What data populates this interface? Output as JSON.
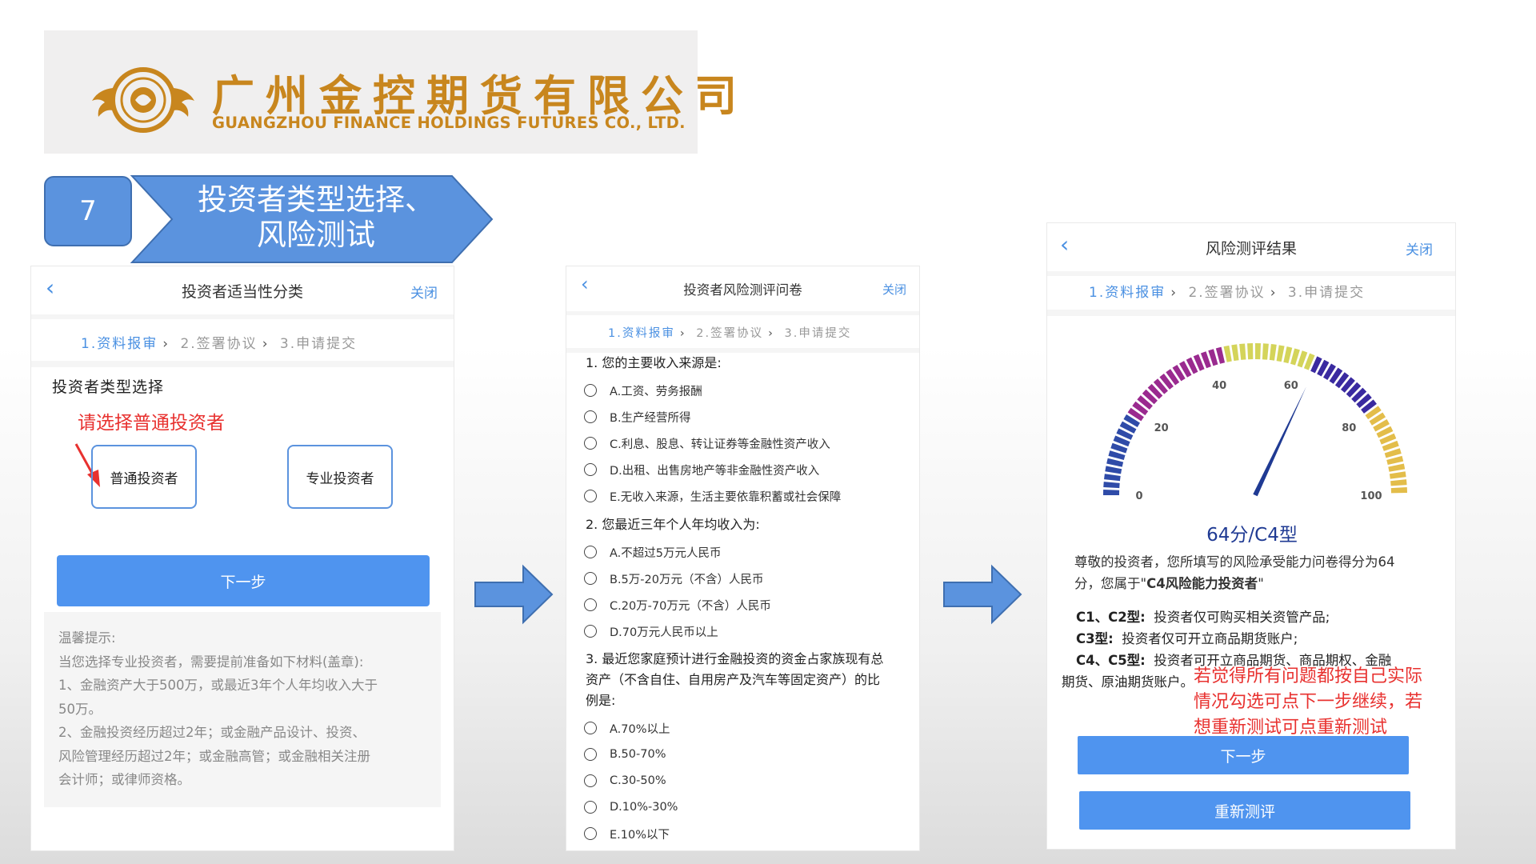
{
  "logo": {
    "cn": "广州金控期货有限公司",
    "en": "GUANGZHOU FINANCE HOLDINGS FUTURES CO., LTD."
  },
  "step": {
    "number": "7",
    "title_line1": "投资者类型选择、",
    "title_line2": "风险测试"
  },
  "panel1": {
    "title": "投资者适当性分类",
    "close": "关闭",
    "steps": {
      "s1": "1.资料报审",
      "s2": "2.签署协议",
      "s3": "3.申请提交"
    },
    "section_label": "投资者类型选择",
    "annotation": "请选择普通投资者",
    "option_regular": "普通投资者",
    "option_pro": "专业投资者",
    "next": "下一步",
    "tips": {
      "title": "温馨提示:",
      "line1": "当您选择专业投资者，需要提前准备如下材料(盖章):",
      "line2": "1、金融资产大于500万，或最近3年个人年均收入大于",
      "line3": "50万。",
      "line4": "2、金融投资经历超过2年；或金融产品设计、投资、",
      "line5": "风险管理经历超过2年；或金融高管；或金融相关注册",
      "line6": "会计师；或律师资格。"
    }
  },
  "panel2": {
    "title": "投资者风险测评问卷",
    "close": "关闭",
    "steps": {
      "s1": "1.资料报审",
      "s2": "2.签署协议",
      "s3": "3.申请提交"
    },
    "q1": {
      "text": "1. 您的主要收入来源是:",
      "options": [
        "A.工资、劳务报酬",
        "B.生产经营所得",
        "C.利息、股息、转让证券等金融性资产收入",
        "D.出租、出售房地产等非金融性资产收入",
        "E.无收入来源，生活主要依靠积蓄或社会保障"
      ]
    },
    "q2": {
      "text": "2. 您最近三年个人年均收入为:",
      "options": [
        "A.不超过5万元人民币",
        "B.5万-20万元（不含）人民币",
        "C.20万-70万元（不含）人民币",
        "D.70万元人民币以上"
      ]
    },
    "q3": {
      "line1": "3. 最近您家庭预计进行金融投资的资金占家族现有总",
      "line2": "资产（不含自住、自用房产及汽车等固定资产）的比",
      "line3": "例是:",
      "options": [
        "A.70%以上",
        "B.50-70%",
        "C.30-50%",
        "D.10%-30%",
        "E.10%以下"
      ]
    }
  },
  "panel3": {
    "title": "风险测评结果",
    "close": "关闭",
    "steps": {
      "s1": "1.资料报审",
      "s2": "2.签署协议",
      "s3": "3.申请提交"
    },
    "gauge": {
      "value": 64,
      "min": 0,
      "max": 100,
      "ticks": [
        "0",
        "20",
        "40",
        "60",
        "80",
        "100"
      ]
    },
    "score": "64分/C4型",
    "desc_line1": "尊敬的投资者，您所填写的风险承受能力问卷得分为64",
    "desc_line2_pre": "分，您属于\"",
    "desc_line2_bold": "C4风险能力投资者",
    "desc_line2_post": "\"",
    "c12_label": "C1、C2型:",
    "c12_text": "投资者仅可购买相关资管产品;",
    "c3_label": "C3型:",
    "c3_text": "投资者仅可开立商品期货账户;",
    "c45_label": "C4、C5型:",
    "c45_text": "投资者可开立商品期货、商品期权、金融",
    "c45_line2": "期货、原油期货账户。",
    "annotation_line1": "若觉得所有问题都按自己实际",
    "annotation_line2": "情况勾选可点下一步继续，若",
    "annotation_line3": "想重新测试可点重新测试",
    "next": "下一步",
    "retest": "重新测评"
  },
  "colors": {
    "blue": "#4f94ef",
    "gold": "#c8861e",
    "red": "#e8312f",
    "navy": "#1f3a93"
  }
}
